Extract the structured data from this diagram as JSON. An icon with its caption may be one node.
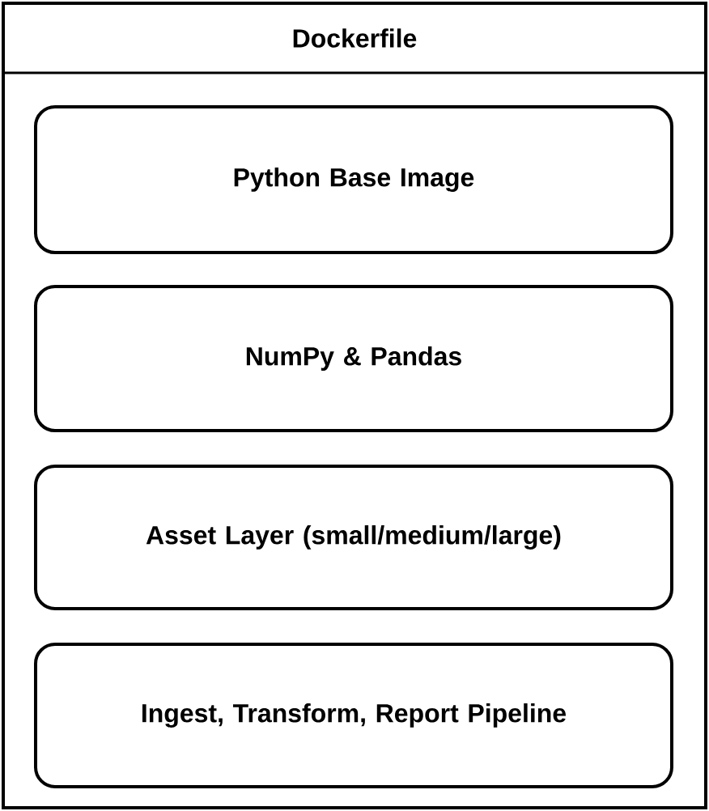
{
  "diagram": {
    "nodes": [
      {
        "text": [
          "Dockerfile"
        ]
      },
      {
        "text": [
          "Python Base Image"
        ],
        "in": 0
      },
      {
        "text": [
          "NumPy & Pandas"
        ],
        "in": 0
      },
      {
        "text": [
          "Asset Layer (small/medium/large)"
        ],
        "in": 0
      },
      {
        "text": [
          "Ingest, Transform, Report Pipeline"
        ],
        "in": 0
      }
    ]
  }
}
